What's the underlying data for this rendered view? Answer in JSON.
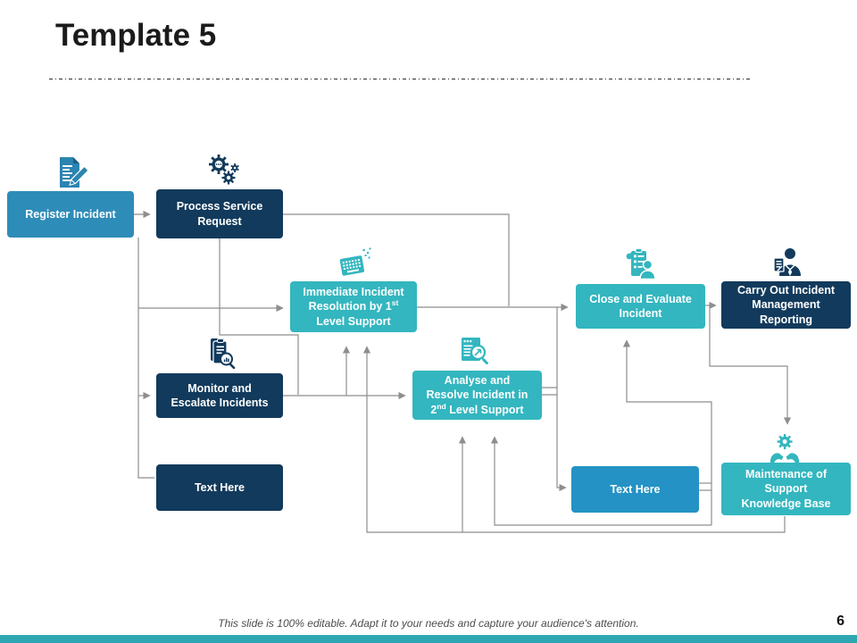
{
  "slide": {
    "title": "Template 5",
    "page_number": "6",
    "footer_note": "This slide is 100% editable. Adapt it to your needs and capture your audience's attention."
  },
  "colors": {
    "navy": "#123A5C",
    "teal": "#33B6BF",
    "blue": "#2E8CB8",
    "bright_blue": "#2492C4",
    "connector_gray": "#8E8E8E",
    "bottom_bar": "#2EA7B2",
    "title_text": "#1b1b1b"
  },
  "nodes": {
    "register": {
      "label": "Register Incident",
      "icon": "document-pencil-icon",
      "parts": [
        {
          "t": "Register Incident"
        }
      ]
    },
    "process": {
      "label": "Process Service Request",
      "icon": "gears-icon",
      "parts": [
        {
          "t": "Process Service"
        },
        {
          "br": true
        },
        {
          "t": "Request"
        }
      ]
    },
    "immediate": {
      "label": "Immediate Incident Resolution by 1st Level Support",
      "icon": "keyboard-icon",
      "parts": [
        {
          "t": "Immediate Incident"
        },
        {
          "br": true
        },
        {
          "t": "Resolution by 1"
        },
        {
          "t": "st",
          "sup": true
        },
        {
          "br": true
        },
        {
          "t": "Level Support"
        }
      ]
    },
    "close": {
      "label": "Close and Evaluate Incident",
      "icon": "clipboard-person-icon",
      "parts": [
        {
          "t": "Close and Evaluate"
        },
        {
          "br": true
        },
        {
          "t": "Incident"
        }
      ]
    },
    "carry": {
      "label": "Carry Out Incident Management Reporting",
      "icon": "person-report-icon",
      "parts": [
        {
          "t": "Carry Out Incident"
        },
        {
          "br": true
        },
        {
          "t": "Management"
        },
        {
          "br": true
        },
        {
          "t": "Reporting"
        }
      ]
    },
    "monitor": {
      "label": "Monitor and Escalate Incidents",
      "icon": "clipboard-search-icon",
      "parts": [
        {
          "t": "Monitor and"
        },
        {
          "br": true
        },
        {
          "t": "Escalate Incidents"
        }
      ]
    },
    "analyse": {
      "label": "Analyse and Resolve Incident in 2nd Level Support",
      "icon": "document-search-icon",
      "parts": [
        {
          "t": "Analyse and"
        },
        {
          "br": true
        },
        {
          "t": "Resolve Incident in"
        },
        {
          "br": true
        },
        {
          "t": "2"
        },
        {
          "t": "nd",
          "sup": true
        },
        {
          "t": " Level Support"
        }
      ]
    },
    "text_left": {
      "label": "Text Here",
      "icon": "",
      "parts": [
        {
          "t": "Text Here"
        }
      ]
    },
    "text_right": {
      "label": "Text Here",
      "icon": "",
      "parts": [
        {
          "t": "Text Here"
        }
      ]
    },
    "maintenance": {
      "label": "Maintenance of Support Knowledge Base",
      "icon": "hands-gear-icon",
      "parts": [
        {
          "t": "Maintenance of"
        },
        {
          "br": true
        },
        {
          "t": "Support"
        },
        {
          "br": true
        },
        {
          "t": "Knowledge Base"
        }
      ]
    }
  }
}
